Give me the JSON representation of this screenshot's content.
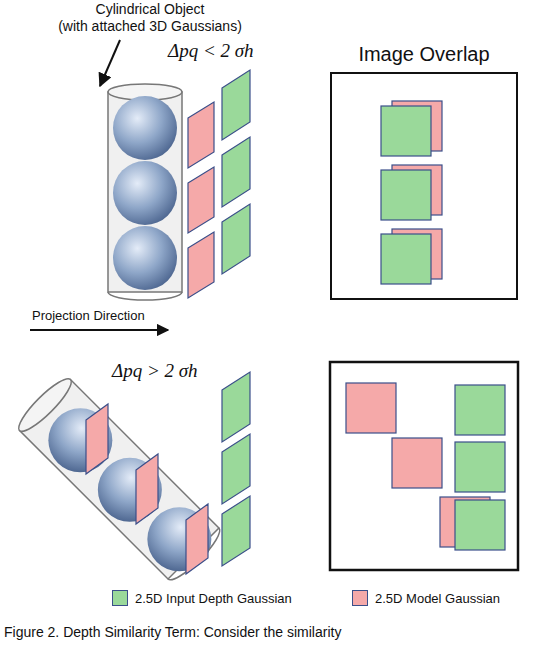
{
  "diagram": {
    "caption": "Figure 2. Depth Similarity Term: Consider the similarity",
    "nodes": [
      {
        "text": [
          "Image Overlap"
        ]
      }
    ],
    "labels": [
      "Cylindrical Object",
      "(with attached 3D Gaussians)",
      "Δpq < 2 σh",
      "Projection Direction",
      "Δpq > 2 σh"
    ],
    "legend": [
      {
        "text": "2.5D Input Depth Gaussian",
        "color": "#9ad99a"
      },
      {
        "text": "2.5D Model Gaussian",
        "color": "#f5a9a9"
      }
    ]
  }
}
